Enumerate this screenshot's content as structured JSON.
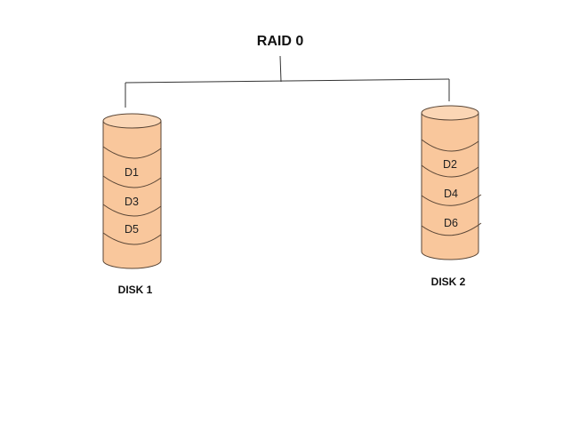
{
  "diagram": {
    "title": "RAID 0",
    "colors": {
      "disk_fill": "#f9c79c",
      "disk_top": "#fbd6b5",
      "stroke": "#5a4636",
      "line": "#333333"
    },
    "disks": [
      {
        "name": "DISK 1",
        "blocks": [
          "D1",
          "D3",
          "D5"
        ]
      },
      {
        "name": "DISK 2",
        "blocks": [
          "D2",
          "D4",
          "D6"
        ]
      }
    ]
  }
}
